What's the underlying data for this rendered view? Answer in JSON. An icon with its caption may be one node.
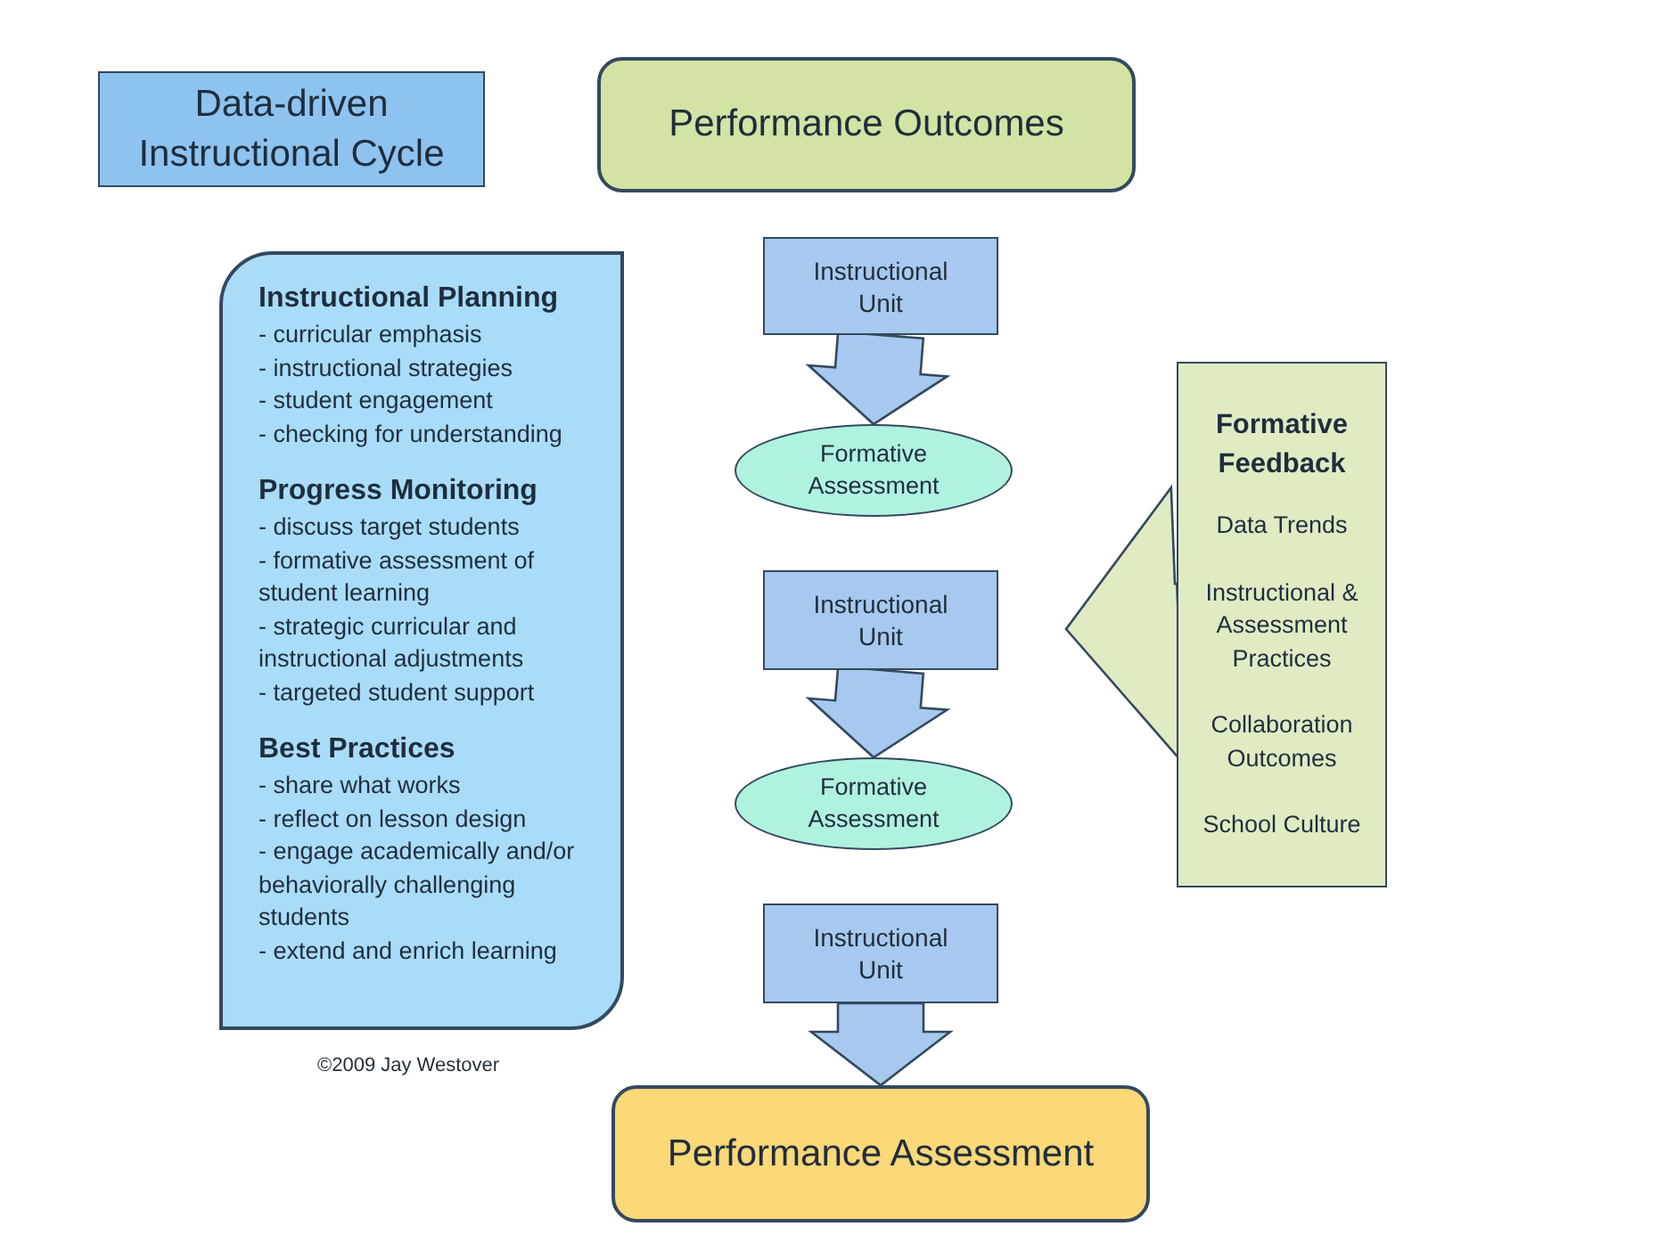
{
  "diagram": {
    "nodes": [
      {
        "text": [
          "Data-driven Instructional Cycle"
        ]
      },
      {
        "text": [
          "Performance Outcomes"
        ]
      },
      {
        "text": [
          "Instructional Planning",
          "- curricular emphasis",
          "- instructional strategies",
          "- student engagement",
          "- checking for understanding",
          "Progress Monitoring",
          "- discuss target students",
          "- formative assessment of student learning",
          "- strategic curricular and instructional adjustments",
          "- targeted student support",
          "Best Practices",
          "- share what works",
          "- reflect on lesson design",
          "- engage academically and/or behaviorally challenging students",
          "- extend and enrich learning"
        ]
      },
      {
        "text": [
          "Instructional Unit"
        ]
      },
      {
        "text": [
          "Formative Assessment"
        ]
      },
      {
        "text": [
          "Instructional Unit"
        ]
      },
      {
        "text": [
          "Formative Assessment"
        ]
      },
      {
        "text": [
          "Instructional Unit"
        ]
      },
      {
        "text": [
          "Formative Feedback",
          "Data Trends",
          "Instructional & Assessment Practices",
          "Collaboration Outcomes",
          "School Culture"
        ]
      },
      {
        "text": [
          "Performance Assessment"
        ]
      }
    ],
    "edges": [
      {
        "from": 3,
        "to": 4,
        "arrow": "to"
      },
      {
        "from": 5,
        "to": 6,
        "arrow": "to"
      },
      {
        "from": 7,
        "to": 9,
        "arrow": "to"
      },
      {
        "from": 8,
        "to": null,
        "arrow": "to"
      }
    ],
    "labels": [
      "©2009 Jay Westover"
    ]
  }
}
